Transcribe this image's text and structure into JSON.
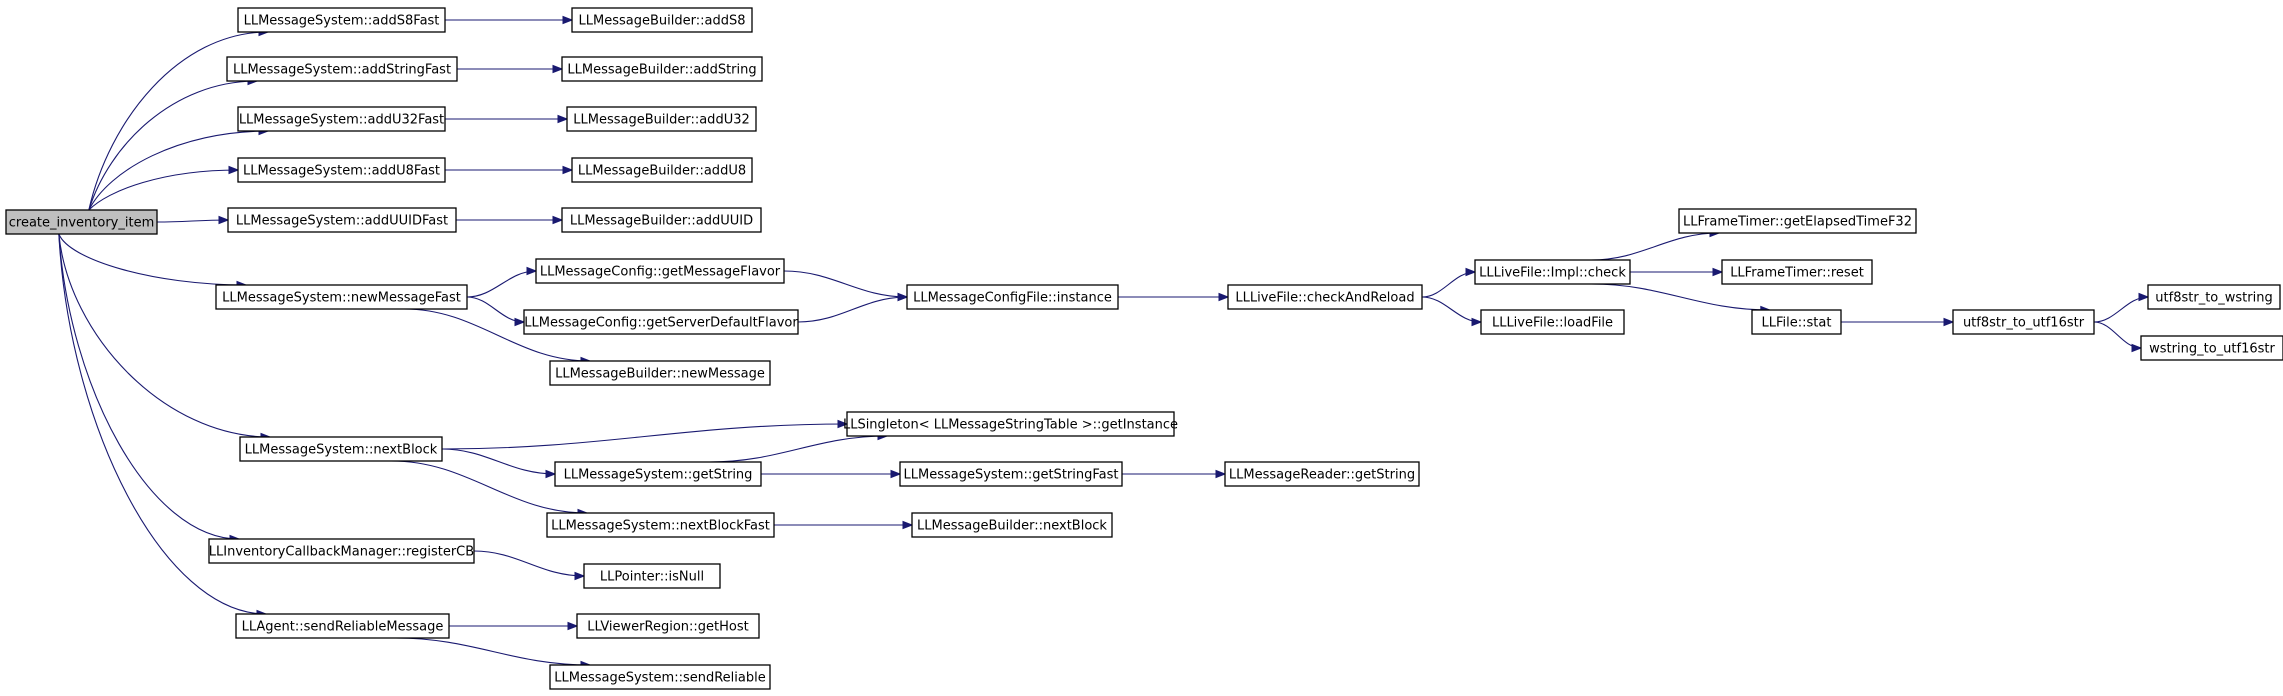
{
  "graph": {
    "nodes": [
      {
        "id": "n0",
        "label": "create_inventory_item",
        "root": true
      },
      {
        "id": "n1",
        "label": "LLMessageSystem::addS8Fast"
      },
      {
        "id": "n2",
        "label": "LLMessageBuilder::addS8"
      },
      {
        "id": "n3",
        "label": "LLMessageSystem::addStringFast"
      },
      {
        "id": "n4",
        "label": "LLMessageBuilder::addString"
      },
      {
        "id": "n5",
        "label": "LLMessageSystem::addU32Fast"
      },
      {
        "id": "n6",
        "label": "LLMessageBuilder::addU32"
      },
      {
        "id": "n7",
        "label": "LLMessageSystem::addU8Fast"
      },
      {
        "id": "n8",
        "label": "LLMessageBuilder::addU8"
      },
      {
        "id": "n9",
        "label": "LLMessageSystem::addUUIDFast"
      },
      {
        "id": "n10",
        "label": "LLMessageBuilder::addUUID"
      },
      {
        "id": "n11",
        "label": "LLMessageSystem::newMessageFast"
      },
      {
        "id": "n12",
        "label": "LLMessageConfig::getMessageFlavor"
      },
      {
        "id": "n13",
        "label": "LLMessageConfig::getServerDefaultFlavor"
      },
      {
        "id": "n14",
        "label": "LLMessageBuilder::newMessage"
      },
      {
        "id": "n15",
        "label": "LLMessageConfigFile::instance"
      },
      {
        "id": "n16",
        "label": "LLLiveFile::checkAndReload"
      },
      {
        "id": "n17",
        "label": "LLLiveFile::Impl::check"
      },
      {
        "id": "n18",
        "label": "LLLiveFile::loadFile"
      },
      {
        "id": "n19",
        "label": "LLFrameTimer::getElapsedTimeF32"
      },
      {
        "id": "n20",
        "label": "LLFrameTimer::reset"
      },
      {
        "id": "n21",
        "label": "LLFile::stat"
      },
      {
        "id": "n22",
        "label": "utf8str_to_utf16str"
      },
      {
        "id": "n23",
        "label": "utf8str_to_wstring"
      },
      {
        "id": "n24",
        "label": "wstring_to_utf16str"
      },
      {
        "id": "n25",
        "label": "LLMessageSystem::nextBlock"
      },
      {
        "id": "n26",
        "label": "LLSingleton< LLMessageStringTable >::getInstance"
      },
      {
        "id": "n27",
        "label": "LLMessageSystem::getString"
      },
      {
        "id": "n28",
        "label": "LLMessageSystem::getStringFast"
      },
      {
        "id": "n29",
        "label": "LLMessageReader::getString"
      },
      {
        "id": "n30",
        "label": "LLMessageSystem::nextBlockFast"
      },
      {
        "id": "n31",
        "label": "LLMessageBuilder::nextBlock"
      },
      {
        "id": "n32",
        "label": "LLInventoryCallbackManager::registerCB"
      },
      {
        "id": "n33",
        "label": "LLPointer::isNull"
      },
      {
        "id": "n34",
        "label": "LLAgent::sendReliableMessage"
      },
      {
        "id": "n35",
        "label": "LLViewerRegion::getHost"
      },
      {
        "id": "n36",
        "label": "LLMessageSystem::sendReliable"
      }
    ],
    "edges": [
      [
        "n0",
        "n1"
      ],
      [
        "n0",
        "n3"
      ],
      [
        "n0",
        "n5"
      ],
      [
        "n0",
        "n7"
      ],
      [
        "n0",
        "n9"
      ],
      [
        "n0",
        "n11"
      ],
      [
        "n0",
        "n25"
      ],
      [
        "n0",
        "n32"
      ],
      [
        "n0",
        "n34"
      ],
      [
        "n1",
        "n2"
      ],
      [
        "n3",
        "n4"
      ],
      [
        "n5",
        "n6"
      ],
      [
        "n7",
        "n8"
      ],
      [
        "n9",
        "n10"
      ],
      [
        "n11",
        "n12"
      ],
      [
        "n11",
        "n13"
      ],
      [
        "n11",
        "n14"
      ],
      [
        "n12",
        "n15"
      ],
      [
        "n13",
        "n15"
      ],
      [
        "n15",
        "n16"
      ],
      [
        "n16",
        "n17"
      ],
      [
        "n16",
        "n18"
      ],
      [
        "n17",
        "n19"
      ],
      [
        "n17",
        "n20"
      ],
      [
        "n17",
        "n21"
      ],
      [
        "n21",
        "n22"
      ],
      [
        "n22",
        "n23"
      ],
      [
        "n22",
        "n24"
      ],
      [
        "n25",
        "n26"
      ],
      [
        "n25",
        "n27"
      ],
      [
        "n25",
        "n30"
      ],
      [
        "n27",
        "n26"
      ],
      [
        "n27",
        "n28"
      ],
      [
        "n28",
        "n29"
      ],
      [
        "n30",
        "n31"
      ],
      [
        "n32",
        "n33"
      ],
      [
        "n34",
        "n35"
      ],
      [
        "n34",
        "n36"
      ]
    ],
    "colors": {
      "edge": "#191970",
      "node_border": "#000000",
      "root_fill": "#bfbfbf",
      "node_fill": "#ffffff"
    }
  }
}
